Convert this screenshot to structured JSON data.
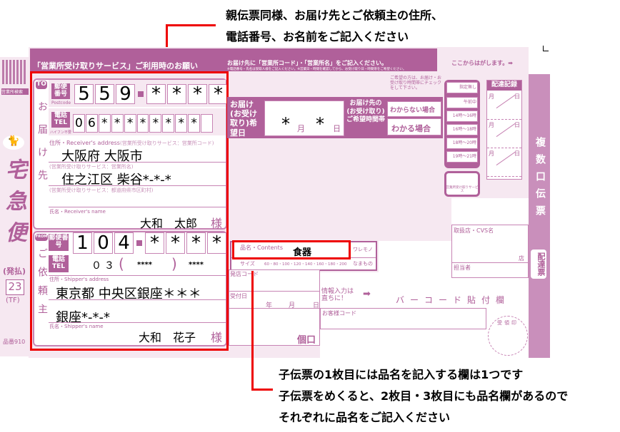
{
  "annotations": {
    "top": [
      "親伝票同様、お届け先とご依頼主の住所、",
      "電話番号、お名前をご記入ください"
    ],
    "bottom": [
      "子伝票の1枚目には品名を記入する欄は1つです",
      "子伝票をめくると、2枚目・3枚目にも品名欄があるので",
      "それぞれに品名をご記入ください"
    ],
    "highlight_color": "#e00000"
  },
  "colors": {
    "form_bg": "#f6e8f1",
    "accent": "#b0609a",
    "side_strip": "#c98fbb"
  },
  "header": {
    "request_title": "「営業所受け取りサービス」ご利用時のお願い",
    "request_line": "お届け先に「営業所コード」・「営業所名」をご記入ください。",
    "request_note": "※電話番号・氏名は受取人様をご記入ください。※営業日・時間を確認してから、お受け取り日・時間帯をご希望ください。",
    "peel_here": "ここからはがします。➡"
  },
  "left_column": {
    "service_mark": "宅急便",
    "payment": "(発払)",
    "code": "23",
    "tf": "(TF)",
    "product_no": "品番910",
    "office_label": "営業所検索"
  },
  "receiver": {
    "tag": "TO",
    "side_label": "お届け先",
    "postcode_label": "郵便番号",
    "postcode_sub": "Postcode",
    "postcode": [
      "5",
      "5",
      "9",
      "*",
      "*",
      "*",
      "*"
    ],
    "tel_label": "電話TEL",
    "tel_sub": "ハイフン不要",
    "tel": [
      "0",
      "6",
      "*",
      "*",
      "*",
      "*",
      "*",
      "*",
      "*",
      "*",
      ""
    ],
    "address_label": "住所・Receiver's address",
    "office_code_hint": "(営業所受け取りサービス：営業所コード)",
    "office_name_hint": "(営業所受け取りサービス：営業所名)",
    "pref_hint": "(営業所受け取りサービス：都道府県市区町村)",
    "address_line1": "大阪府 大阪市",
    "address_line2": "住之江区 柴谷*-*-*",
    "name_label": "氏名・Receiver's name",
    "name": "大和　太郎",
    "honorific": "様"
  },
  "shipper": {
    "tag": "FROM",
    "side_label": "ご依頼主",
    "postcode_label": "郵便番号",
    "postcode": [
      "1",
      "0",
      "4",
      "*",
      "*",
      "*",
      "*"
    ],
    "tel_label": "電話TEL",
    "tel_area": "０３",
    "tel_mid": "****",
    "tel_last": "****",
    "address_label": "住所・Shipper's address",
    "address_line1": "東京都 中央区銀座＊＊＊",
    "address_line2": "銀座*-*-*",
    "name_label": "氏名・Shipper's name",
    "name": "大和　花子",
    "honorific": "様"
  },
  "delivery": {
    "date_label": "お届け(お受け取り)希望日",
    "month": "*",
    "month_unit": "月",
    "day": "*",
    "day_unit": "日",
    "time_label": "お届け先の(お受け取り)ご希望時間帯",
    "unknown": "わからない場合",
    "known": "わかる場合",
    "hint": "ご希望の方は、お届け・お受け取り時間帯にチェックをして下さい。",
    "slots": [
      "指定無し",
      "午前中",
      "14時〜16時",
      "16時〜18時",
      "18時〜20時",
      "19時〜21時"
    ],
    "office_pickup": "営業所受け取りサービス"
  },
  "record": {
    "title": "配達記録",
    "month": "月",
    "day": "日"
  },
  "side_strip": {
    "title": "複数口伝票",
    "sub": "配達票"
  },
  "contents": {
    "label": "品名・Contents",
    "value": "食器",
    "fragile": "ワレモノ",
    "size_label": "サイズ",
    "sizes": "60・80・100・120・140・160・180・200",
    "perishable": "なまもの"
  },
  "office": {
    "store_label": "取扱店・CVS名",
    "store_suffix": "店",
    "staff_label": "担当者"
  },
  "lower": {
    "origin_code": "発店コード",
    "accepted": "受付日",
    "year": "年",
    "month": "月",
    "day": "日",
    "pieces": "個口",
    "info_notice": "情報入力は直ちに！",
    "barcode": "バーコード貼付欄",
    "customer_code": "お客様コード",
    "stamp": "受領印"
  }
}
